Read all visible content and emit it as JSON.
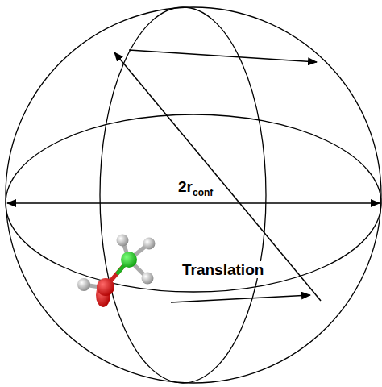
{
  "diagram": {
    "labels": [
      "2r",
      "conf",
      "Translation"
    ]
  }
}
